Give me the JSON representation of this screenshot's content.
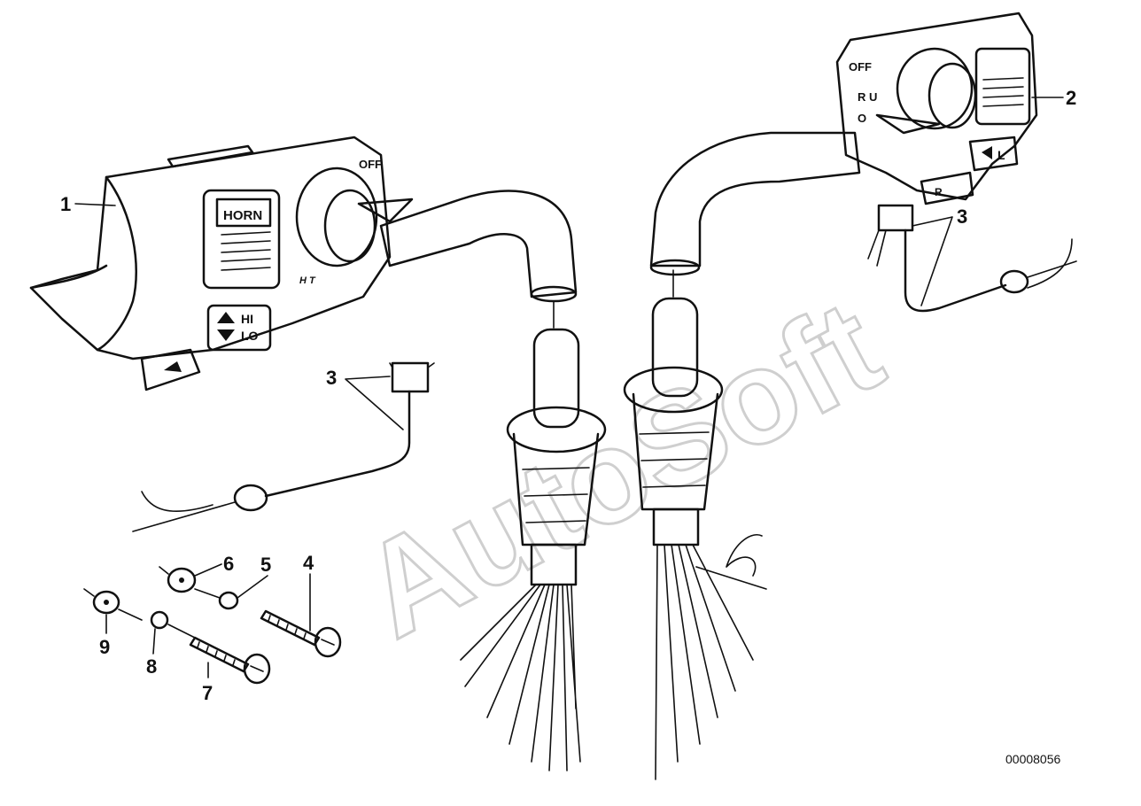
{
  "diagram": {
    "doc_number": "00008056",
    "watermark": "AutoSoft",
    "labels": {
      "part_1": "1",
      "part_2": "2",
      "part_3_left": "3",
      "part_3_right": "3",
      "part_4": "4",
      "part_5": "5",
      "part_6": "6",
      "part_7": "7",
      "part_8": "8",
      "part_9": "9"
    },
    "left_switch_text": {
      "horn": "HORN",
      "hi": "HI",
      "lo": "LO",
      "off": "OFF",
      "ht": "H T"
    },
    "right_switch_text": {
      "off": "OFF",
      "run": "R U",
      "run2": "O",
      "turn_l": "L",
      "turn_r": "R"
    }
  }
}
